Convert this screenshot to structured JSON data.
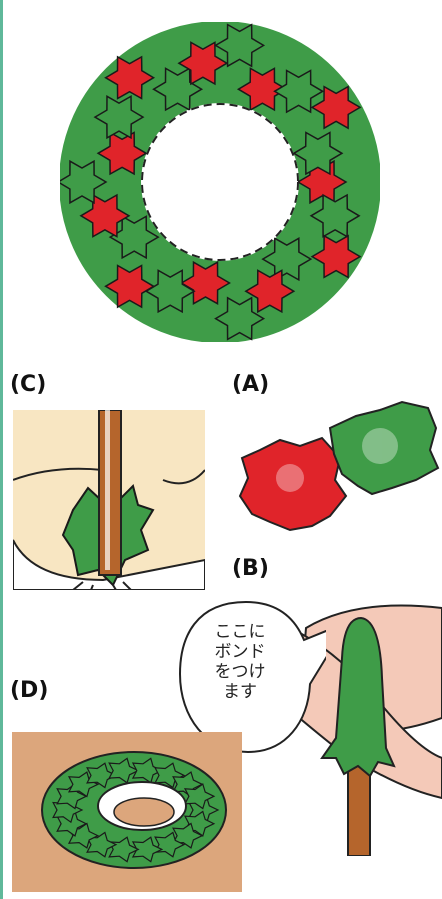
{
  "labels": {
    "a": "(A)",
    "b": "(B)",
    "c": "(C)",
    "d": "(D)"
  },
  "bubble": {
    "lines": [
      "ここに",
      "ボンド",
      "をつけ",
      "ます"
    ]
  },
  "colors": {
    "red": "#e0242a",
    "green": "#3f9c48",
    "skin": "#f4c9b8",
    "beige": "#f8e6c2",
    "peach": "#dca67c",
    "wood": "#b5652c",
    "accent_edge": "#5fb89a"
  }
}
